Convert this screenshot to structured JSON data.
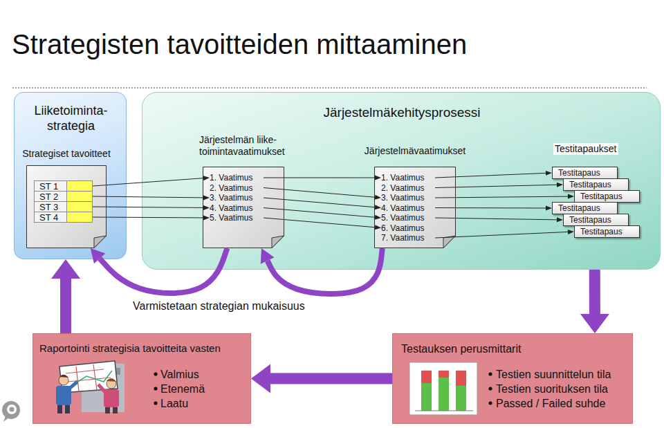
{
  "diagram": {
    "title": "Strategisten tavoitteiden mittaaminen",
    "nodes": [
      {
        "text": [
          "Liiketoiminta- strategia"
        ]
      },
      {
        "text": [
          "Strategiset tavoitteet"
        ],
        "in": 0
      },
      {
        "text": [
          "ST 1"
        ],
        "in": 1
      },
      {
        "text": [
          "ST 2"
        ],
        "in": 1
      },
      {
        "text": [
          "ST 3"
        ],
        "in": 1
      },
      {
        "text": [
          "ST 4"
        ],
        "in": 1
      },
      {
        "text": [
          "Järjestelmäkehitysprosessi"
        ]
      },
      {
        "text": [
          "Järjestelmän liike- toimintavaatimukset"
        ],
        "in": 6
      },
      {
        "text": [
          "1. Vaatimus"
        ],
        "in": 7
      },
      {
        "text": [
          "2. Vaatimus"
        ],
        "in": 7
      },
      {
        "text": [
          "3. Vaatimus"
        ],
        "in": 7
      },
      {
        "text": [
          "4. Vaatimus"
        ],
        "in": 7
      },
      {
        "text": [
          "5. Vaatimus"
        ],
        "in": 7
      },
      {
        "text": [
          "Järjestelmävaatimukset"
        ],
        "in": 6
      },
      {
        "text": [
          "1. Vaatimus"
        ],
        "in": 13
      },
      {
        "text": [
          "2. Vaatimus"
        ],
        "in": 13
      },
      {
        "text": [
          "3. Vaatimus"
        ],
        "in": 13
      },
      {
        "text": [
          "4. Vaatimus"
        ],
        "in": 13
      },
      {
        "text": [
          "5. Vaatimus"
        ],
        "in": 13
      },
      {
        "text": [
          "6. Vaatimus"
        ],
        "in": 13
      },
      {
        "text": [
          "7. Vaatimus"
        ],
        "in": 13
      },
      {
        "text": [
          "Testitapaus"
        ],
        "in": 6
      },
      {
        "text": [
          "Testitapaus"
        ],
        "in": 6
      },
      {
        "text": [
          "Testitapaus"
        ],
        "in": 6
      },
      {
        "text": [
          "Testitapaus"
        ],
        "in": 6
      },
      {
        "text": [
          "Testitapaus"
        ],
        "in": 6
      },
      {
        "text": [
          "Testitapaus"
        ],
        "in": 6
      },
      {
        "text": [
          "Raportointi strategisia tavoitteita vasten",
          "Valmius",
          "Etenemä",
          "Laatu"
        ]
      },
      {
        "text": [
          "Testauksen perusmittarit",
          "Testien suunnittelun tila",
          "Testien suorituksen tila",
          "Passed / Failed suhde"
        ]
      }
    ],
    "edges": [
      {
        "from": 2,
        "to": 8,
        "arrow": "to"
      },
      {
        "from": 3,
        "to": 10,
        "arrow": "to"
      },
      {
        "from": 4,
        "to": 11,
        "arrow": "to"
      },
      {
        "from": 5,
        "to": 12,
        "arrow": "to"
      },
      {
        "from": 8,
        "to": 14,
        "arrow": "to"
      },
      {
        "from": 9,
        "to": 16,
        "arrow": "to"
      },
      {
        "from": 10,
        "to": 17,
        "arrow": "to"
      },
      {
        "from": 11,
        "to": 18,
        "arrow": "to"
      },
      {
        "from": 12,
        "to": 19,
        "arrow": "to"
      },
      {
        "from": 14,
        "to": 21,
        "arrow": "to"
      },
      {
        "from": 15,
        "to": 22,
        "arrow": "to"
      },
      {
        "from": 16,
        "to": 23,
        "arrow": "to"
      },
      {
        "from": 17,
        "to": 24,
        "arrow": "to"
      },
      {
        "from": 18,
        "to": 25,
        "arrow": "to"
      },
      {
        "from": 20,
        "to": 26,
        "arrow": "to"
      },
      {
        "from": 7,
        "to": 1,
        "arrow": "to"
      },
      {
        "from": 13,
        "to": 7,
        "arrow": "to"
      },
      {
        "from": 6,
        "to": 28,
        "arrow": "to"
      },
      {
        "from": 28,
        "to": 27,
        "arrow": "to"
      },
      {
        "from": 27,
        "to": 0,
        "arrow": "to"
      }
    ],
    "labels": [
      "Varmistetaan strategian mukaisuus",
      "Testitapaukset"
    ]
  }
}
